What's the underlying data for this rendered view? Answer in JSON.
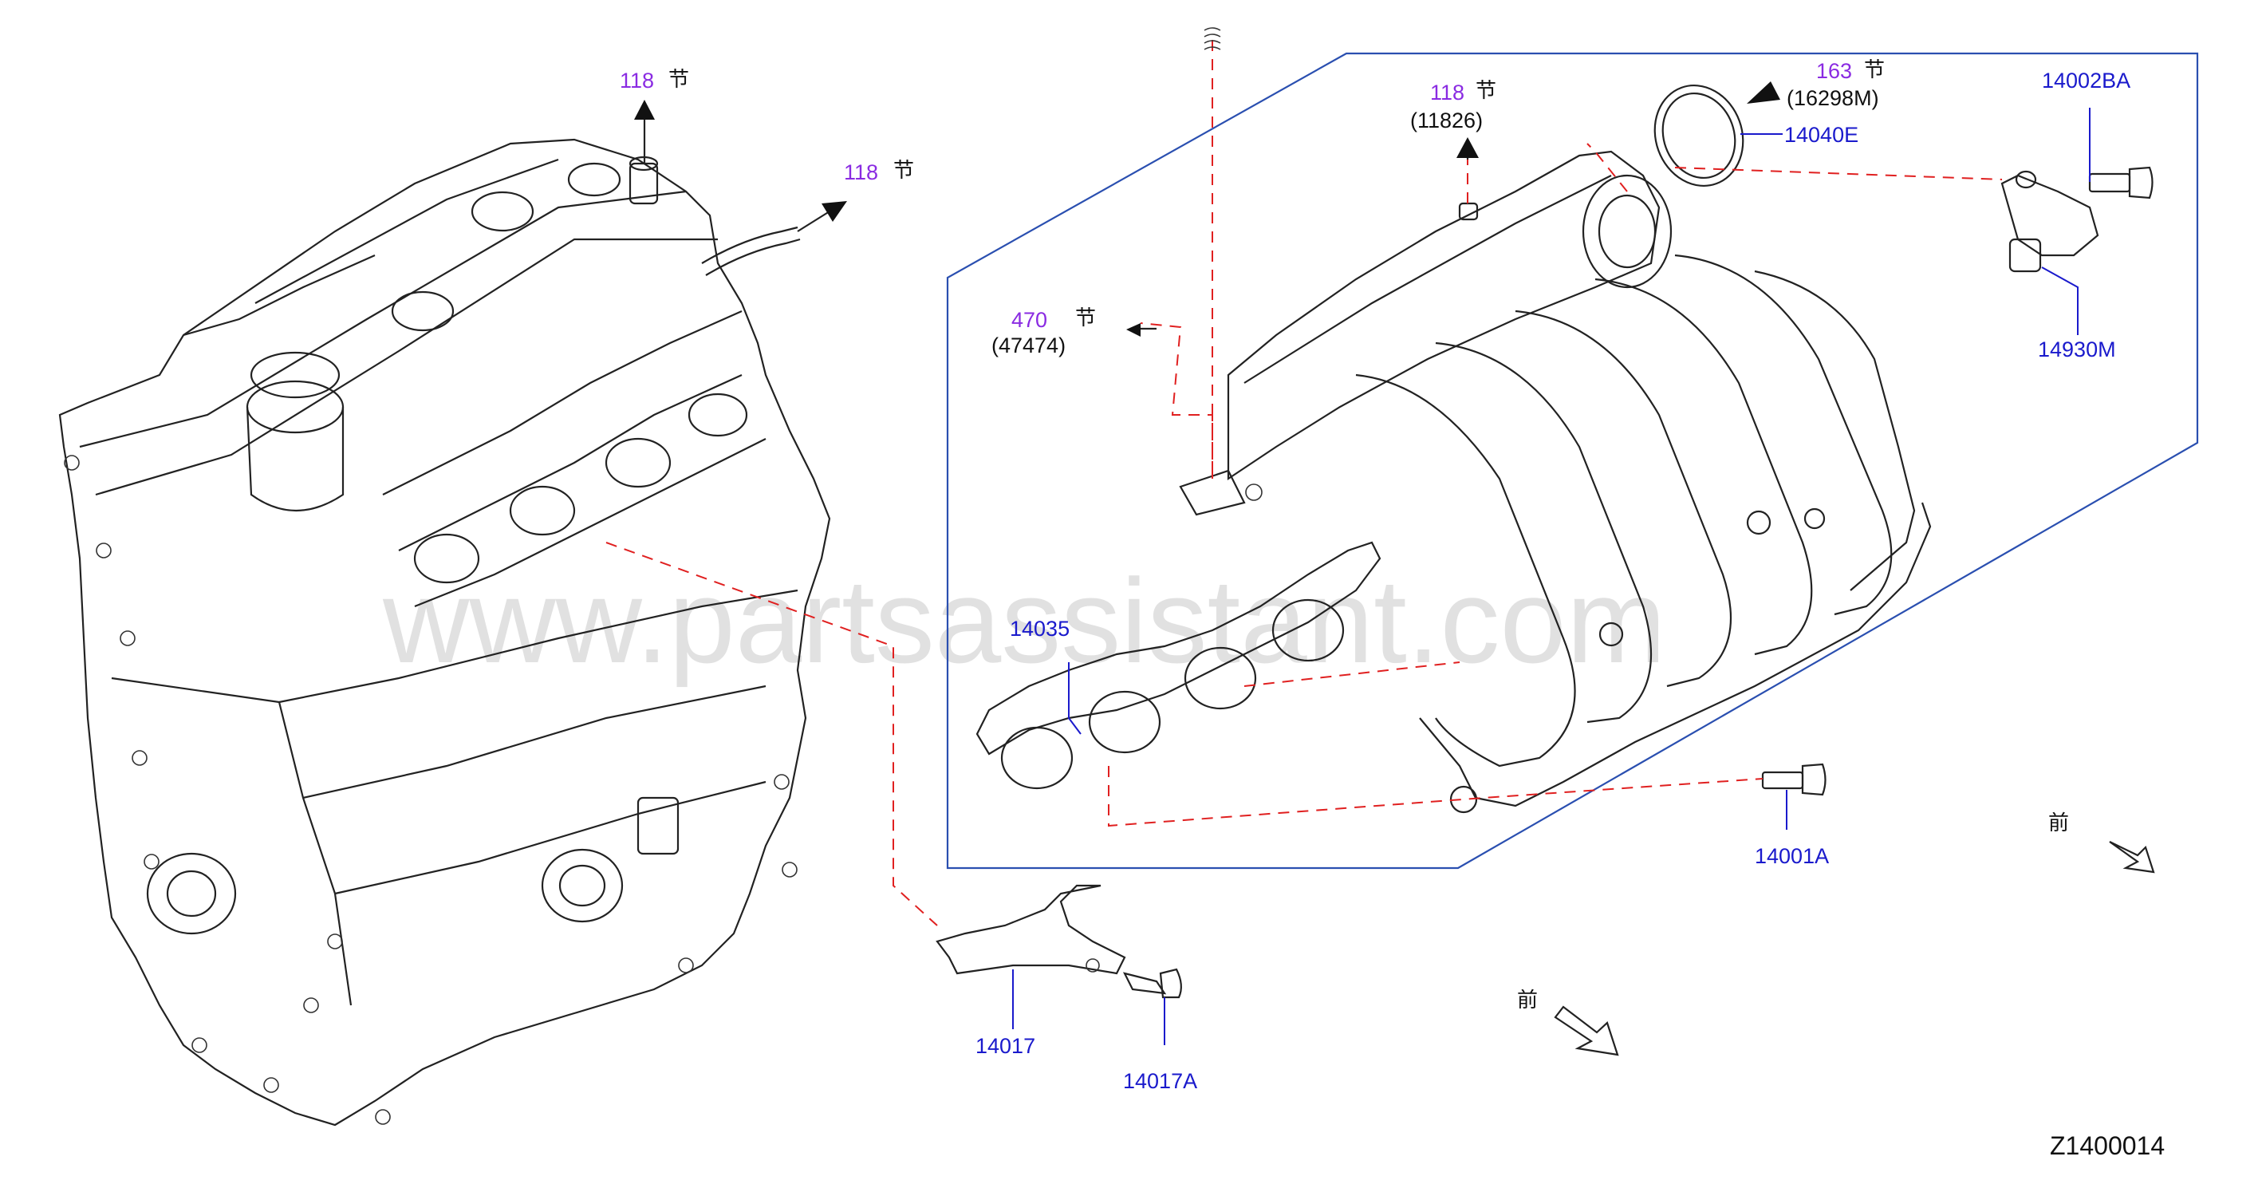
{
  "watermark": "www.partsassistant.com",
  "diagram_code": "Z1400014",
  "references": {
    "ref_top_engine": {
      "section": "118",
      "suffix": "节"
    },
    "ref_hose_engine": {
      "section": "118",
      "suffix": "节"
    },
    "ref_manifold_top": {
      "section": "118",
      "suffix": "节",
      "part": "(11826)"
    },
    "ref_throttle": {
      "section": "163",
      "suffix": "节",
      "part": "(16298M)"
    },
    "ref_470": {
      "section": "470",
      "suffix": "节",
      "part": "(47474)"
    }
  },
  "parts": {
    "p14002BA": "14002BA",
    "p14040E": "14040E",
    "p14930M": "14930M",
    "p14035": "14035",
    "p14001A": "14001A",
    "p14017": "14017",
    "p14017A": "14017A"
  },
  "front_markers": {
    "front_right": "前",
    "front_bottom": "前"
  }
}
